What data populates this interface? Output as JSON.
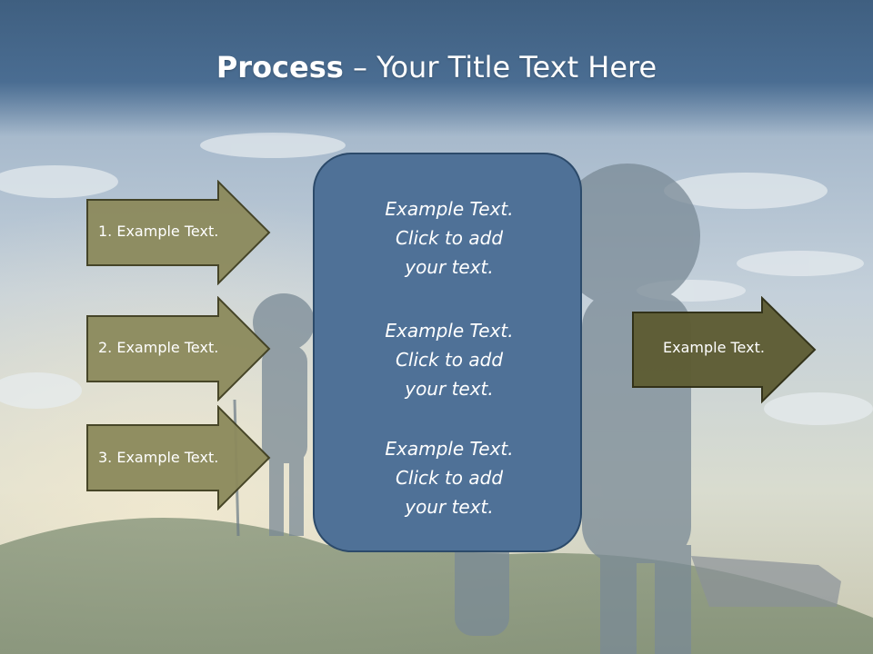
{
  "slide": {
    "title_bold": "Process",
    "title_rest": " – Your Title Text Here"
  },
  "left_arrows": [
    {
      "label": "1. Example Text."
    },
    {
      "label": "2. Example Text."
    },
    {
      "label": "3. Example Text."
    }
  ],
  "panel": {
    "blocks": [
      {
        "lines": [
          "Example Text.",
          "Click  to add",
          "your text."
        ]
      },
      {
        "lines": [
          "Example Text.",
          "Click  to add",
          "your text."
        ]
      },
      {
        "lines": [
          "Example Text.",
          "Click  to add",
          "your text."
        ]
      }
    ]
  },
  "right_arrow": {
    "label": "Example Text."
  },
  "colors": {
    "title_bar": "#4a6d92",
    "left_arrow_fill": "#8c8a5c",
    "right_arrow_fill": "#5e5d34",
    "panel_fill": "#4f7197"
  }
}
